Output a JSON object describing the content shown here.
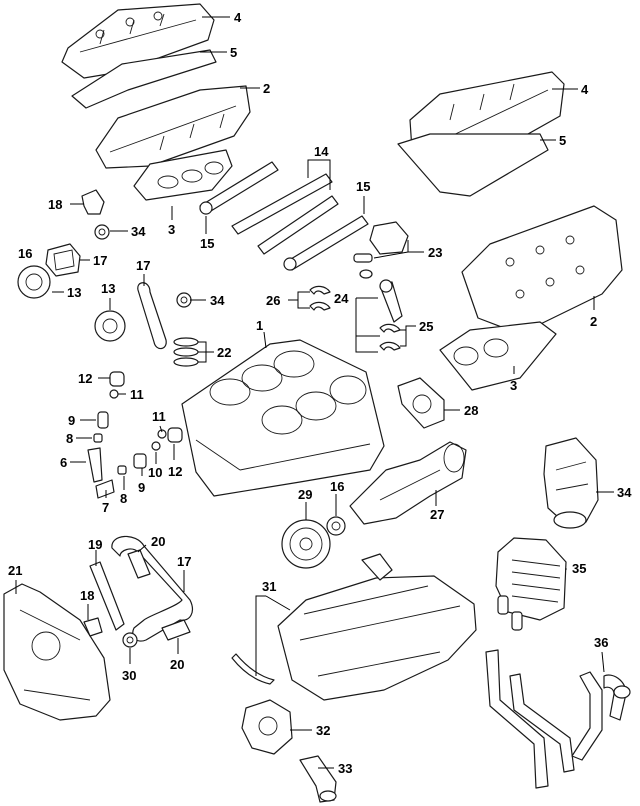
{
  "diagram": {
    "callouts": [
      "4",
      "5",
      "2",
      "4",
      "5",
      "18",
      "34",
      "3",
      "15",
      "16",
      "17",
      "13",
      "13",
      "17",
      "34",
      "26",
      "24",
      "25",
      "22",
      "1",
      "2",
      "3",
      "12",
      "11",
      "9",
      "8",
      "6",
      "7",
      "8",
      "9",
      "10",
      "11",
      "12",
      "28",
      "29",
      "16",
      "27",
      "34",
      "21",
      "19",
      "20",
      "17",
      "18",
      "30",
      "20",
      "31",
      "32",
      "33",
      "35",
      "36",
      "15",
      "23",
      "14"
    ]
  }
}
